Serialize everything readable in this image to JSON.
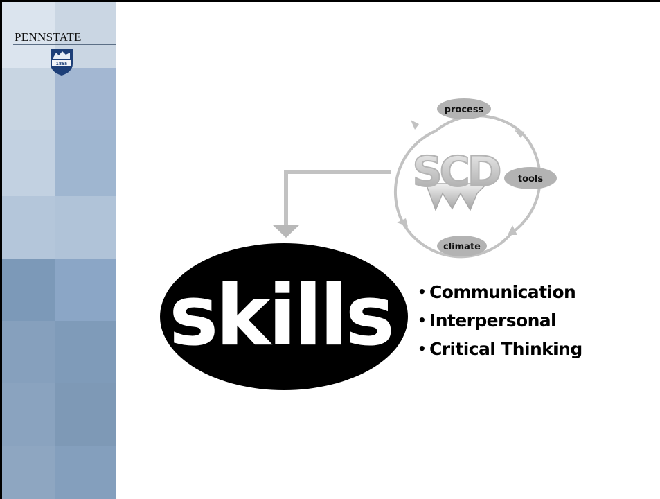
{
  "logo": {
    "wordmark": "PENNSTATE",
    "shield_year": "1855"
  },
  "diagram": {
    "hub_label": "SCD",
    "cycle_items": [
      "process",
      "tools",
      "climate"
    ],
    "target_label": "skills",
    "skills_list": [
      "Communication",
      "Interpersonal",
      "Critical Thinking"
    ]
  },
  "colors": {
    "cycle_gray": "#c2c2c2",
    "label_oval_gray": "#b3b3b3",
    "sidebar_blue": "#8fa8c5",
    "ellipse_fill": "#000000"
  }
}
